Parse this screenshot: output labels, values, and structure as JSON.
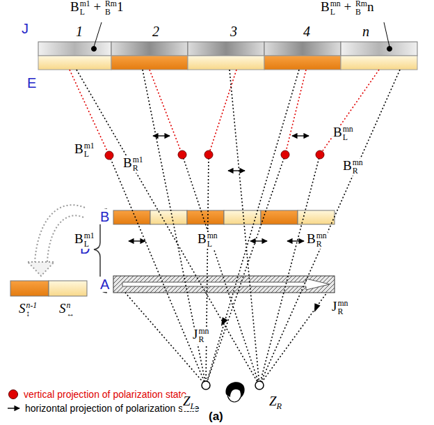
{
  "diagram": {
    "caption": "(a)",
    "labels": [
      "J",
      "E",
      "B",
      "D",
      "A",
      "1",
      "2",
      "3",
      "4",
      "n",
      "BLm1 + BRm1",
      "BLmn + BRmn",
      "BLm1",
      "BRm1",
      "BLmn",
      "BRmn",
      "BLm1",
      "BLmn",
      "BRmn",
      "JRmn",
      "JRmn",
      "ZL",
      "ZR",
      "S↕n-1",
      "S↔n"
    ],
    "legend": [
      {
        "text": "vertical projection of polarization state",
        "color": "#e00000"
      },
      {
        "text": "horizontal projection of polarization state"
      }
    ]
  }
}
